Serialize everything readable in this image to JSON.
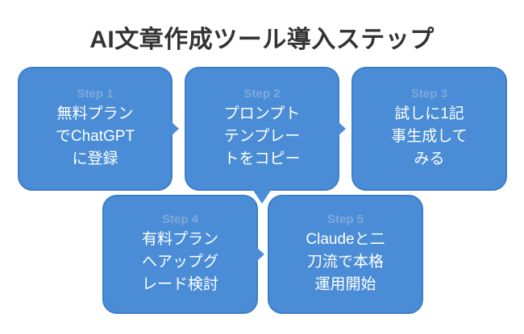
{
  "title": "AI文章作成ツール導入ステップ",
  "colors": {
    "box_fill": "#4A8DD6",
    "box_border": "#3C7EC8",
    "step_label_text": "#7FA9DC",
    "body_text": "#FFFFFF",
    "title_text": "#333333",
    "background": "#FFFFFF"
  },
  "steps": [
    {
      "label": "Step 1",
      "text": "無料プラン\nでChatGPT\nに登録"
    },
    {
      "label": "Step 2",
      "text": "プロンプト\nテンプレー\nトをコピー"
    },
    {
      "label": "Step 3",
      "text": "試しに1記\n事生成して\nみる"
    },
    {
      "label": "Step 4",
      "text": "有料プラン\nへアップグ\nレード検討"
    },
    {
      "label": "Step 5",
      "text": "Claudeと二\n刀流で本格\n運用開始"
    }
  ]
}
